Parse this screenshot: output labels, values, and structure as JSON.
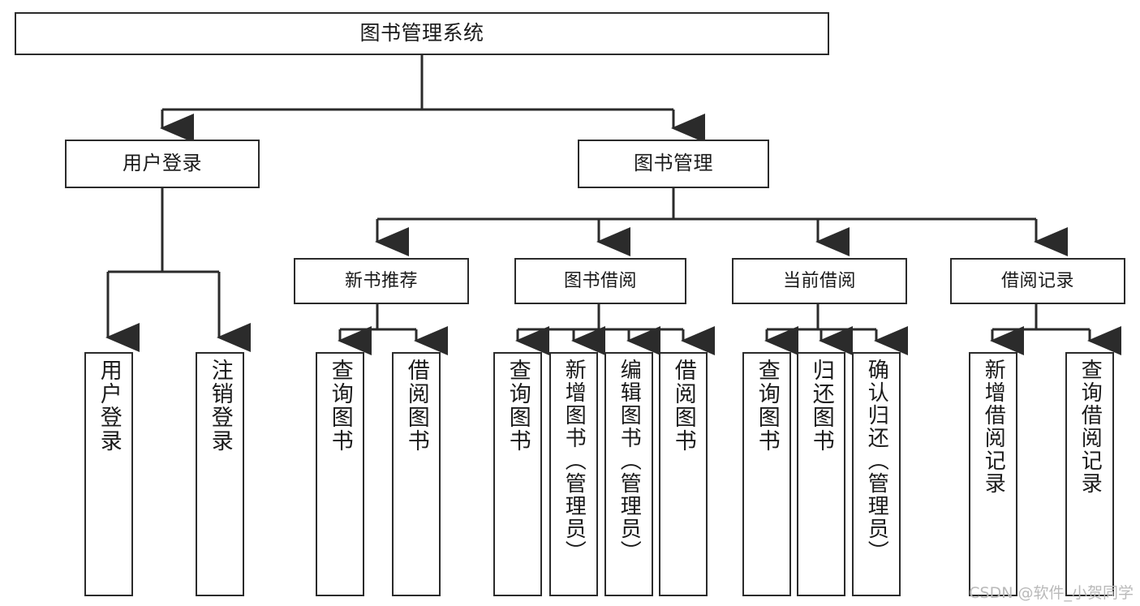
{
  "diagram": {
    "title": "图书管理系统",
    "type": "tree-hierarchy-diagram",
    "edge_color": "#2b2b2b",
    "box_border_color": "#2b2b2b",
    "box_fill_color": "#ffffff",
    "background_color": "#ffffff"
  },
  "nodes": {
    "root": {
      "label": "图书管理系统"
    },
    "level1": [
      {
        "label": "用户登录"
      },
      {
        "label": "图书管理"
      }
    ],
    "level2": [
      {
        "label": "新书推荐"
      },
      {
        "label": "图书借阅"
      },
      {
        "label": "当前借阅"
      },
      {
        "label": "借阅记录"
      }
    ],
    "leaves": {
      "user_login": [
        {
          "label": "用户登录"
        },
        {
          "label": "注销登录"
        }
      ],
      "new_book_recommend": [
        {
          "label": "查询图书"
        },
        {
          "label": "借阅图书"
        }
      ],
      "book_borrow": [
        {
          "label": "查询图书"
        },
        {
          "label": "新增图书（管理员）"
        },
        {
          "label": "编辑图书（管理员）"
        },
        {
          "label": "借阅图书"
        }
      ],
      "current_borrow": [
        {
          "label": "查询图书"
        },
        {
          "label": "归还图书"
        },
        {
          "label": "确认归还（管理员）"
        }
      ],
      "borrow_record": [
        {
          "label": "新增借阅记录"
        },
        {
          "label": "查询借阅记录"
        }
      ]
    }
  },
  "watermark": {
    "text": "CSDN @软件_小贺同学"
  }
}
